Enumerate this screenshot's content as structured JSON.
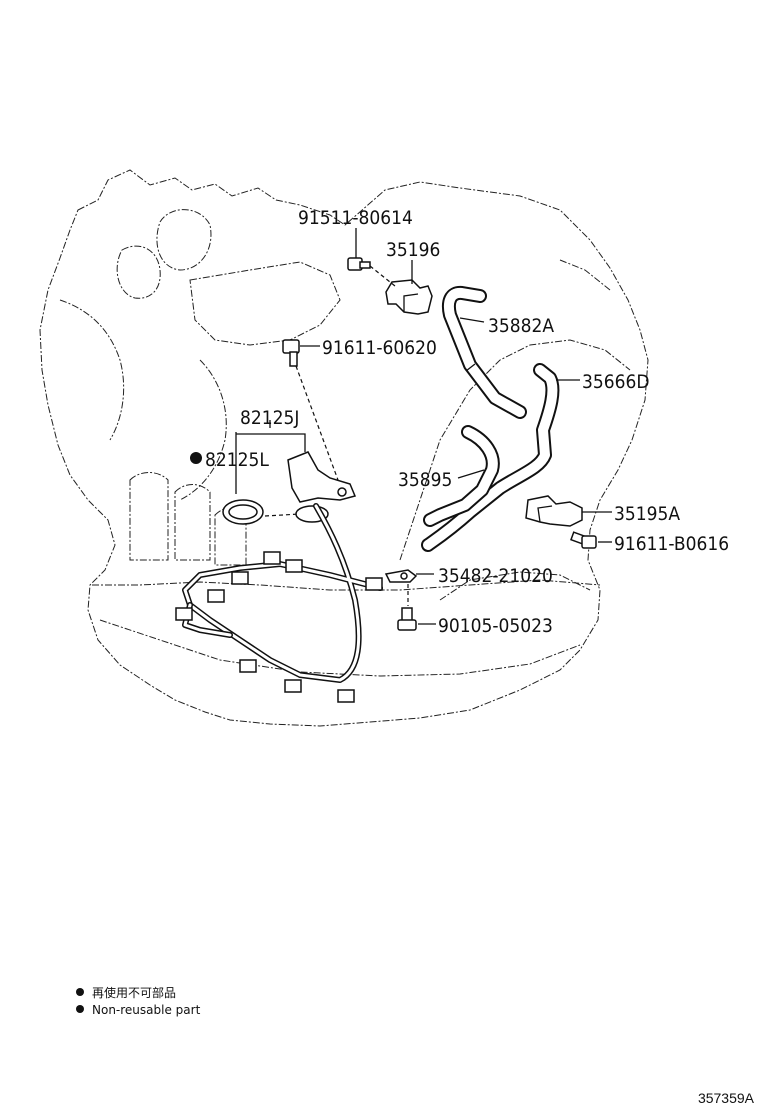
{
  "parts": {
    "p91511_80614": "91511-80614",
    "p35196": "35196",
    "p35882A": "35882A",
    "p91611_60620": "91611-60620",
    "p35666D": "35666D",
    "p82125J": "82125J",
    "p82125L": "82125L",
    "p35895": "35895",
    "p35195A": "35195A",
    "p91611_B0616": "91611-B0616",
    "p35482_21020": "35482-21020",
    "p90105_05023": "90105-05023"
  },
  "legend": {
    "japanese": "再使用不可部品",
    "english": "Non-reusable part"
  },
  "figure_id": "357359A"
}
